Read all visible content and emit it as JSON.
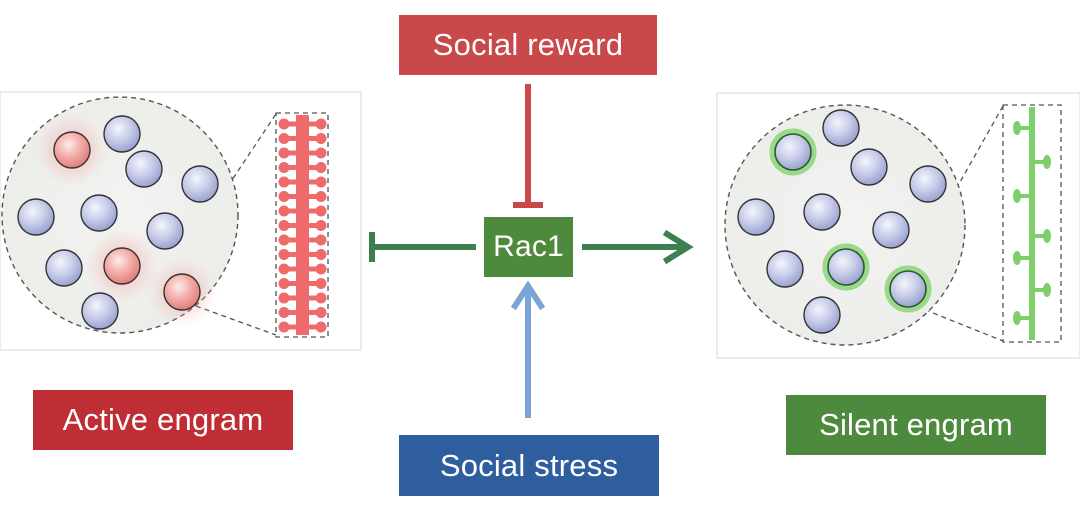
{
  "labels": {
    "social_reward": "Social reward",
    "social_stress": "Social stress",
    "rac1": "Rac1",
    "active_engram": "Active engram",
    "silent_engram": "Silent engram"
  },
  "colors": {
    "reward": "#c9484a",
    "stress": "#2f5e9e",
    "rac1": "#4e8a3d",
    "active": "#bf2e35",
    "silent": "#4e8a3d",
    "green_arrow": "#3d7f4f",
    "stress_arrow": "#7aa3d6",
    "reward_arrow": "#c9484a",
    "active_cell": "#f1a7a5",
    "neutral_cell": "#c3c8e6",
    "silent_spine": "#7ecf6a",
    "active_spine": "#ee6a6a"
  }
}
